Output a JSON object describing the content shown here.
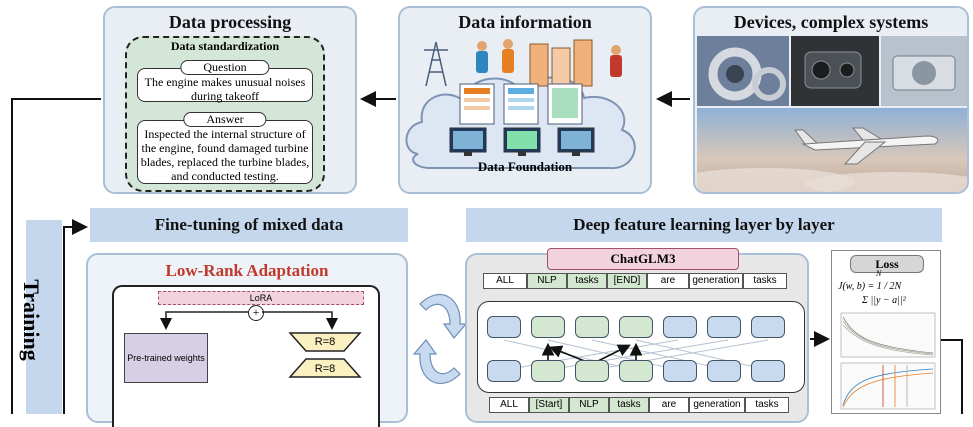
{
  "data_processing": {
    "title": "Data processing",
    "standardization_title": "Data standardization",
    "question_label": "Question",
    "question_text": "The engine makes unusual noises during takeoff",
    "answer_label": "Answer",
    "answer_text": "Inspected the internal structure of the engine, found damaged turbine blades, replaced the turbine blades, and conducted testing."
  },
  "data_information": {
    "title": "Data information",
    "foundation_label": "Data Foundation"
  },
  "devices": {
    "title": "Devices, complex systems"
  },
  "fine_tuning": {
    "title": "Fine-tuning of mixed data",
    "lora_title": "Low-Rank Adaptation",
    "lora_label": "LoRA",
    "plus_symbol": "+",
    "pretrained_label": "Pre-trained weights",
    "r_top": "R=8",
    "r_bottom": "R=8"
  },
  "deep_learning": {
    "title": "Deep feature learning layer by layer",
    "model_name": "ChatGLM3",
    "top_tokens": [
      "ALL",
      "NLP",
      "tasks",
      "[END]",
      "are",
      "generation",
      "tasks"
    ],
    "bottom_tokens": [
      "ALL",
      "[Start]",
      "NLP",
      "tasks",
      "are",
      "generation",
      "tasks"
    ]
  },
  "loss": {
    "title": "Loss",
    "formula_lhs": "J(w, b) =",
    "formula_frac": "1 / 2N",
    "formula_sum": "Σ ||y − a||²",
    "formula_limit": "N"
  },
  "training": {
    "label": "Training"
  },
  "colors": {
    "panel_bg": "#e9eef5",
    "panel_border": "#a9bfd8",
    "section_bar": "#c5d7ec",
    "accent_red": "#c0392b",
    "lora_pink": "#f2d3dd",
    "trapezoid_yellow": "#fbf0c0",
    "node_blue": "#c8daf0",
    "node_green": "#d4e7d1"
  }
}
